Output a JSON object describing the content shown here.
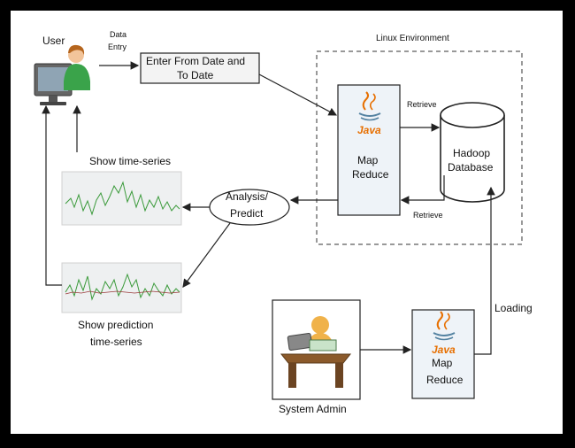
{
  "labels": {
    "user": "User",
    "data_entry_line1": "Data",
    "data_entry_line2": "Entry",
    "enter_dates_line1": "Enter From Date and",
    "enter_dates_line2": "To Date",
    "linux_env": "Linux Environment",
    "retrieve_top": "Retrieve",
    "retrieve_bottom": "Retrieve",
    "hadoop_line1": "Hadoop",
    "hadoop_line2": "Database",
    "map_line1": "Map",
    "reduce_line1": "Reduce",
    "java": "Java",
    "analysis_line1": "Analysis/",
    "analysis_line2": "Predict",
    "show_ts": "Show time-series",
    "show_pred_line1": "Show prediction",
    "show_pred_line2": "time-series",
    "loading": "Loading",
    "map_line2": "Map",
    "reduce_line2": "Reduce",
    "sysadmin": "System Admin"
  },
  "colors": {
    "frame": "#000000",
    "process_fill": "#eef3f8",
    "java_orange": "#e76f00",
    "java_blue": "#5382a1",
    "chart_line": "#3a9a3a"
  },
  "icons": {
    "user": "user-at-computer-icon",
    "admin": "admin-at-desk-icon",
    "java": "java-logo-icon"
  }
}
